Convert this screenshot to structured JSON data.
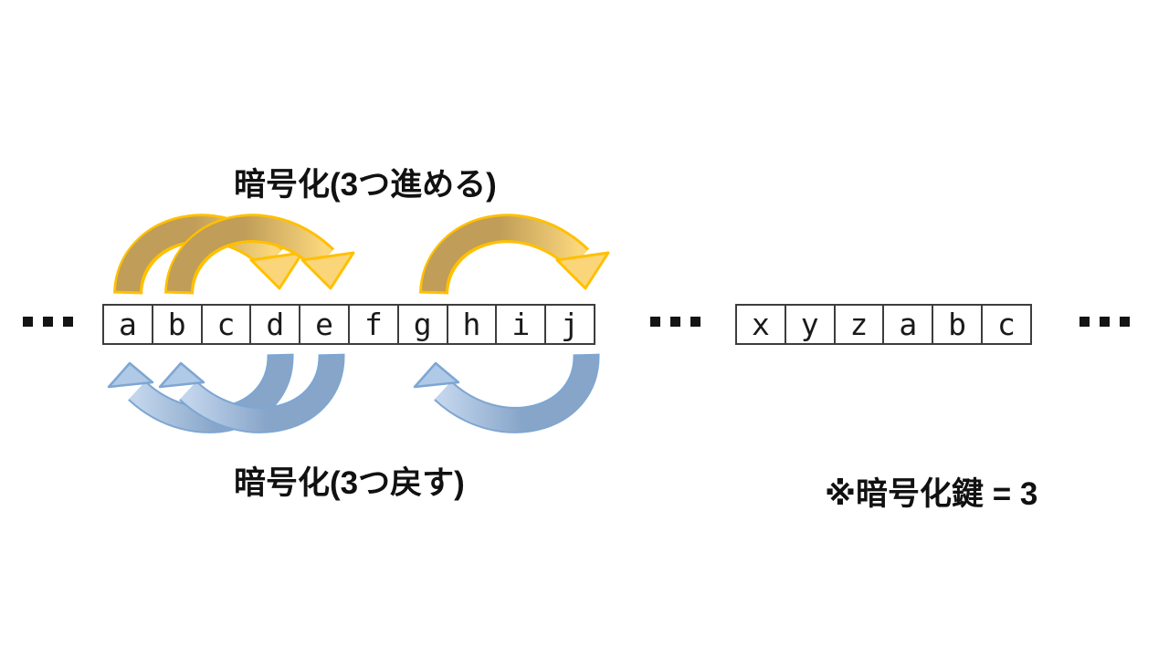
{
  "labels": {
    "encrypt": "暗号化(3つ進める)",
    "decrypt": "暗号化(3つ戻す)",
    "key_note": "※暗号化鍵 = 3"
  },
  "strip": {
    "group1": [
      "a",
      "b",
      "c",
      "d",
      "e",
      "f",
      "g",
      "h",
      "i",
      "j"
    ],
    "group2": [
      "x",
      "y",
      "z",
      "a",
      "b",
      "c"
    ]
  },
  "arrows": {
    "forward": {
      "meaning": "shift each letter forward by 3",
      "pairs": [
        [
          "a",
          "d"
        ],
        [
          "b",
          "e"
        ],
        [
          "g",
          "j"
        ]
      ],
      "color_dark": "#C09D58",
      "color_light": "#FBD77D",
      "head_fill": "#FBD579",
      "outline": "#FFC000"
    },
    "backward": {
      "meaning": "shift each letter back by 3",
      "pairs": [
        [
          "d",
          "a"
        ],
        [
          "e",
          "b"
        ],
        [
          "j",
          "g"
        ]
      ],
      "color_dark": "#87A5C9",
      "color_light": "#C2D5EC",
      "head_fill": "#AFC9E7",
      "outline": "#7EA6D2"
    },
    "key_value": "3"
  },
  "icons": {
    "ellipsis_left": "three-square-dots",
    "ellipsis_middle": "three-square-dots",
    "ellipsis_right": "three-square-dots"
  }
}
